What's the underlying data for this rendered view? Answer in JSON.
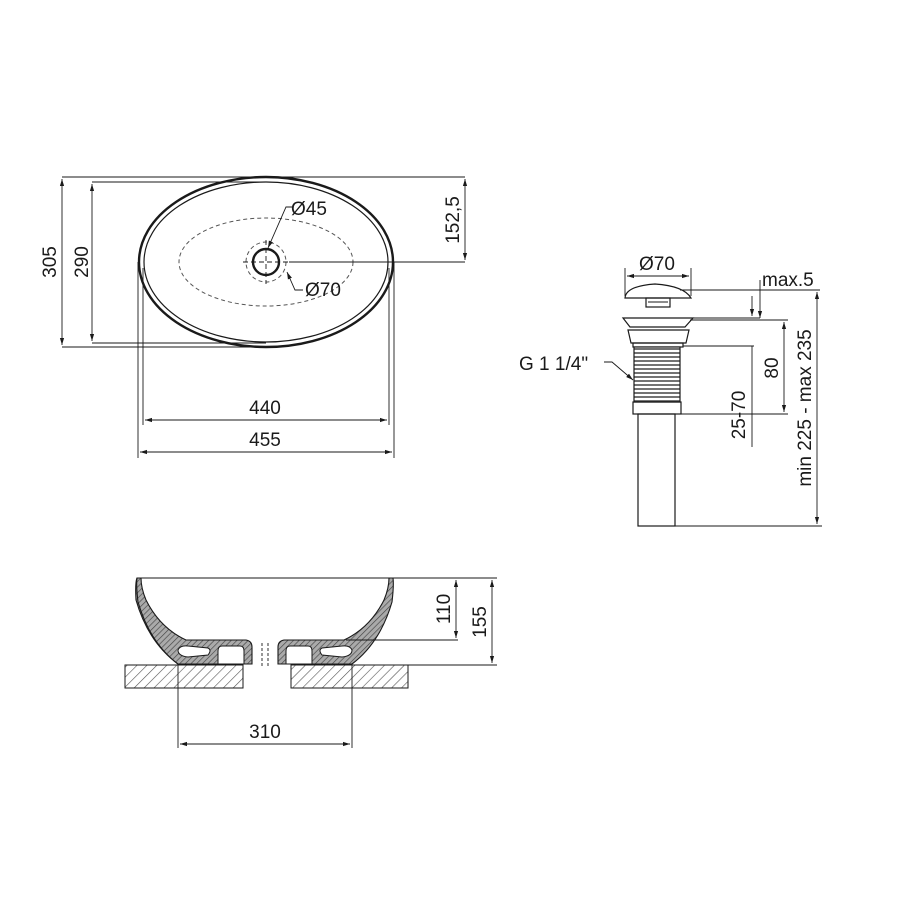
{
  "drawing": {
    "top_view": {
      "outer_width": "455",
      "inner_width": "440",
      "outer_depth": "305",
      "inner_depth": "290",
      "half_depth": "152,5",
      "drain_hole": "Ø45",
      "drain_ring": "Ø70"
    },
    "drain_view": {
      "cap_diameter": "Ø70",
      "cap_lift": "max.5",
      "thread": "G 1 1/4\"",
      "thread_length": "80",
      "clamp_range": "25-70",
      "total_length": "min 225 - max 235"
    },
    "side_view": {
      "inner_height": "110",
      "total_height": "155",
      "base_width": "310"
    }
  }
}
